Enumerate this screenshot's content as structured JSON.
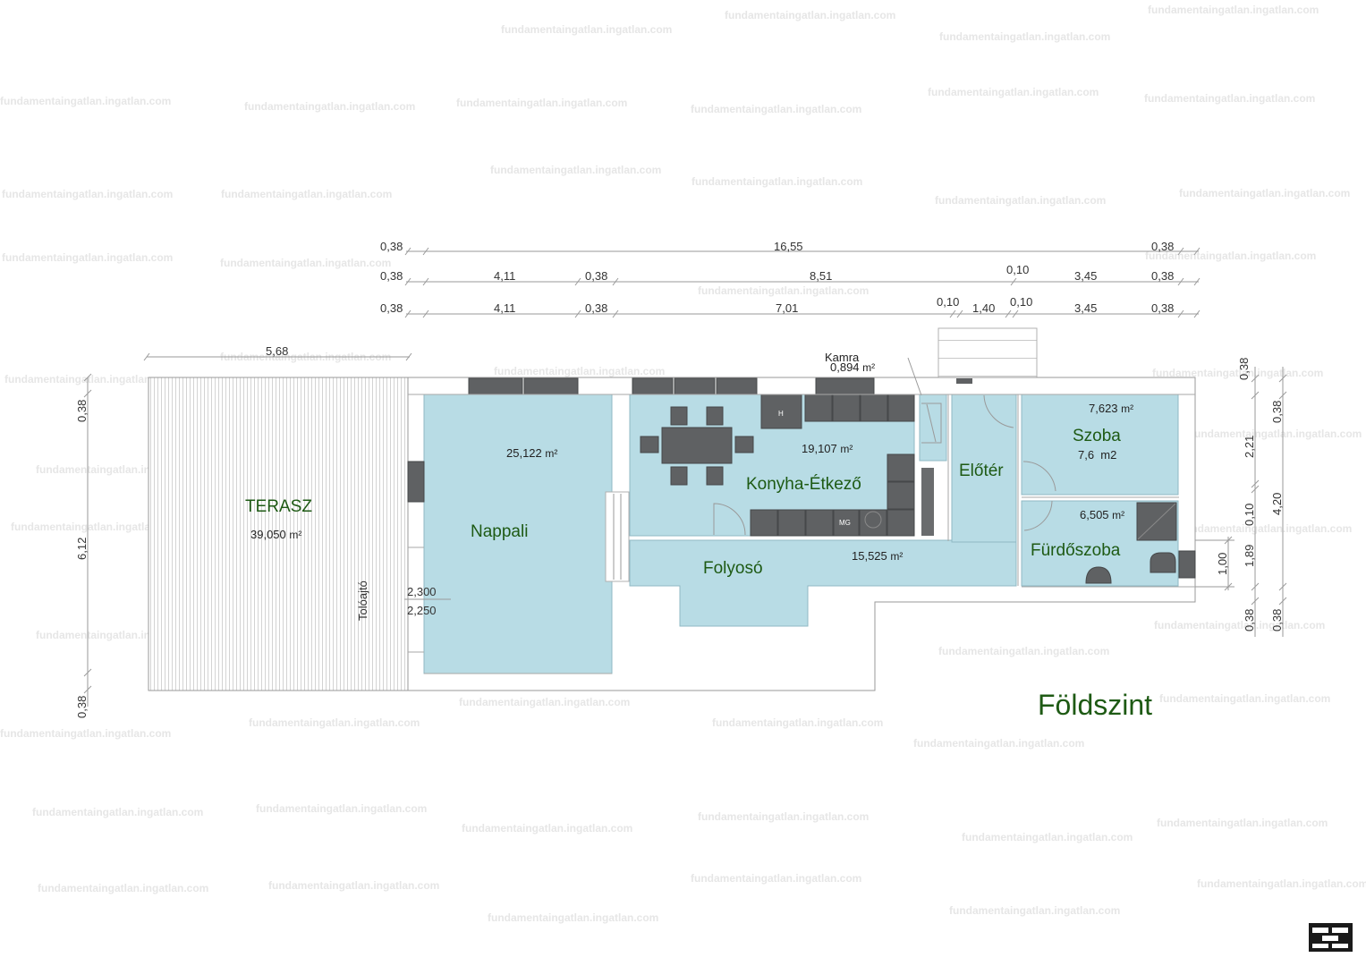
{
  "plan": {
    "title": "Földszint",
    "rooms": {
      "terasz": {
        "name": "TERASZ",
        "area": "39,050",
        "unit": "m²"
      },
      "nappali": {
        "name": "Nappali",
        "area": "25,122",
        "unit": "m²"
      },
      "konyha": {
        "name": "Konyha-Étkező",
        "area": "19,107",
        "unit": "m²"
      },
      "kamra": {
        "name": "Kamra",
        "area": "0,894",
        "unit": "m²"
      },
      "folyoso": {
        "name": "Folyosó",
        "area": "15,525",
        "unit": "m²"
      },
      "eloter": {
        "name": "Előtér"
      },
      "szoba": {
        "name": "Szoba",
        "area": "7,623",
        "unit": "m²",
        "area2": "7,6  m2"
      },
      "furdoszoba": {
        "name": "Fürdőszoba",
        "area": "6,505",
        "unit": "m²"
      }
    },
    "door_label": "Tolóajtó",
    "door_dims": [
      "2,300",
      "2,250"
    ],
    "fixtures": {
      "hob": "H",
      "dishwasher": "MG"
    },
    "top_dims": {
      "row1": [
        "0,38",
        "16,55",
        "0,38"
      ],
      "row2": [
        "0,38",
        "4,11",
        "0,38",
        "8,51",
        "0,10",
        "3,45",
        "0,38"
      ],
      "row3": [
        "0,38",
        "4,11",
        "0,38",
        "7,01",
        "0,10",
        "1,40",
        "0,10",
        "3,45",
        "0,38"
      ]
    },
    "terrace_dim": "5,68",
    "left_dims": [
      "0,38",
      "6,12",
      "0,38"
    ],
    "right_dims_a": [
      "0,38",
      "2,21",
      "0,10",
      "1,89",
      "0,38"
    ],
    "right_dims_b": [
      "0,38",
      "4,20",
      "0,38"
    ],
    "bath_dim": "1,00",
    "watermark": "fundamentaingatlan.ingatlan.com"
  }
}
